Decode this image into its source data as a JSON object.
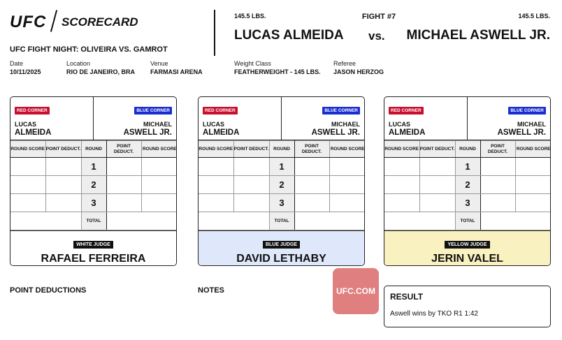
{
  "header": {
    "logo": "UFC",
    "title": "SCORECARD",
    "event": "UFC FIGHT NIGHT: OLIVEIRA VS. GAMROT",
    "date_label": "Date",
    "date": "10/11/2025",
    "location_label": "Location",
    "location": "RIO DE JANEIRO, BRA",
    "venue_label": "Venue",
    "venue": "FARMASI ARENA"
  },
  "fight": {
    "number": "FIGHT #7",
    "red_weight": "145.5 LBS.",
    "blue_weight": "145.5 LBS.",
    "red_name": "LUCAS ALMEIDA",
    "vs": "vs.",
    "blue_name": "MICHAEL ASWELL JR.",
    "weight_class_label": "Weight Class",
    "weight_class": "FEATHERWEIGHT - 145 LBS.",
    "referee_label": "Referee",
    "referee": "JASON HERZOG"
  },
  "card": {
    "red_corner": "RED CORNER",
    "blue_corner": "BLUE CORNER",
    "red_first": "LUCAS",
    "red_last": "ALMEIDA",
    "blue_first": "MICHAEL",
    "blue_last": "ASWELL JR.",
    "col_round_score": "ROUND SCORE",
    "col_point_deduct": "POINT DEDUCT.",
    "col_round": "ROUND",
    "rounds": [
      "1",
      "2",
      "3"
    ],
    "total": "TOTAL"
  },
  "judges": [
    {
      "title": "WHITE JUDGE",
      "name": "RAFAEL FERREIRA",
      "bg": "#ffffff"
    },
    {
      "title": "BLUE JUDGE",
      "name": "DAVID LETHABY",
      "bg": "#dfe7fb"
    },
    {
      "title": "YELLOW JUDGE",
      "name": "JERIN VALEL",
      "bg": "#faf1c0"
    }
  ],
  "footer": {
    "point_deductions": "POINT DEDUCTIONS",
    "notes": "NOTES",
    "watermark": "UFC.COM",
    "result_label": "RESULT",
    "result": "Aswell wins by TKO R1 1:42"
  },
  "colors": {
    "red": "#c8102e",
    "blue": "#1a2fd1"
  }
}
